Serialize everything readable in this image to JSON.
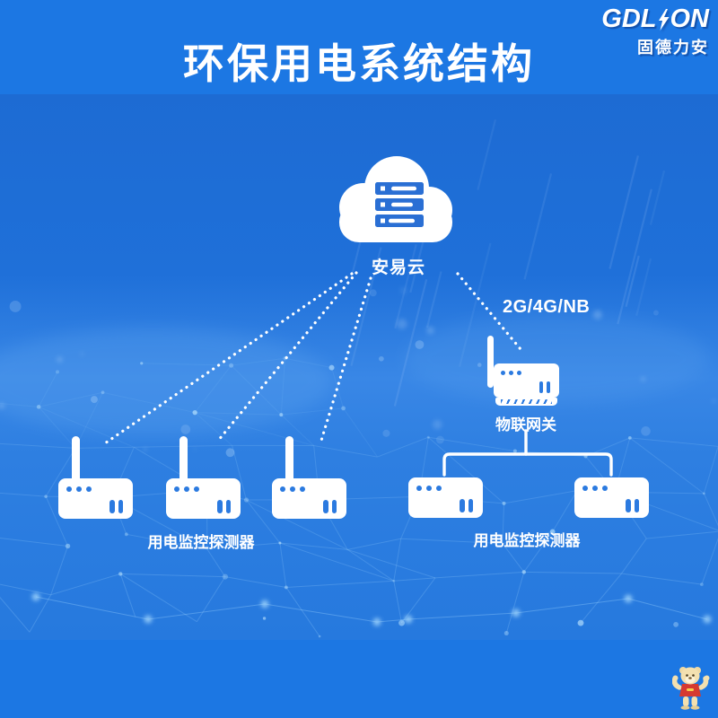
{
  "colors": {
    "canvas_blue": "#1c77e3",
    "photo_top_blue": "#1d6bd3",
    "photo_light_blue": "#3987e6",
    "icon_detail_blue": "#2b7ae0",
    "server_blue": "#2a6fd4",
    "text_white": "#ffffff",
    "mascot_red": "#d53a30",
    "mascot_tan": "#f3e0b0"
  },
  "header": {
    "title": "环保用电系统结构",
    "logo": {
      "text_before_bolt": "GDL",
      "text_after_bolt": "ON",
      "bolt_icon": "lightning-bolt",
      "subtitle": "固德力安"
    }
  },
  "diagram": {
    "cloud_label": "安易云",
    "network_link_label": "2G/4G/NB",
    "gateway_label": "物联网关",
    "left_group_label": "用电监控探测器",
    "right_group_label": "用电监控探测器",
    "left_device_count": 3,
    "right_device_count": 2,
    "connection_style": "dotted-white-lines"
  },
  "mascot": {
    "icon": "bear-mascot"
  }
}
